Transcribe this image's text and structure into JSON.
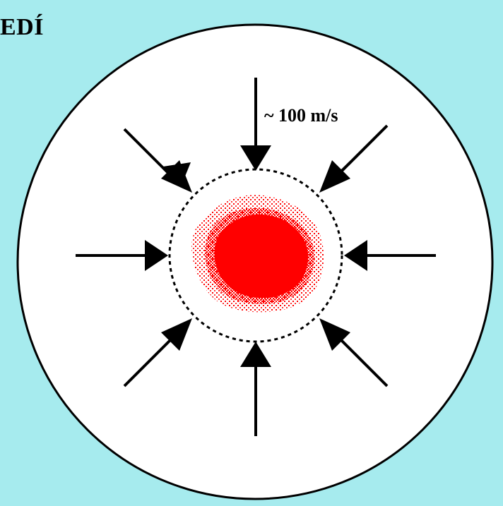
{
  "heading": "EDÍ",
  "diagram": {
    "speed_label": "~ 100 m/s",
    "arrow_count": 8,
    "colors": {
      "background": "#a6ebee",
      "vessel_fill": "#ffffff",
      "outline": "#000000",
      "plasma": "#ff0000"
    }
  }
}
